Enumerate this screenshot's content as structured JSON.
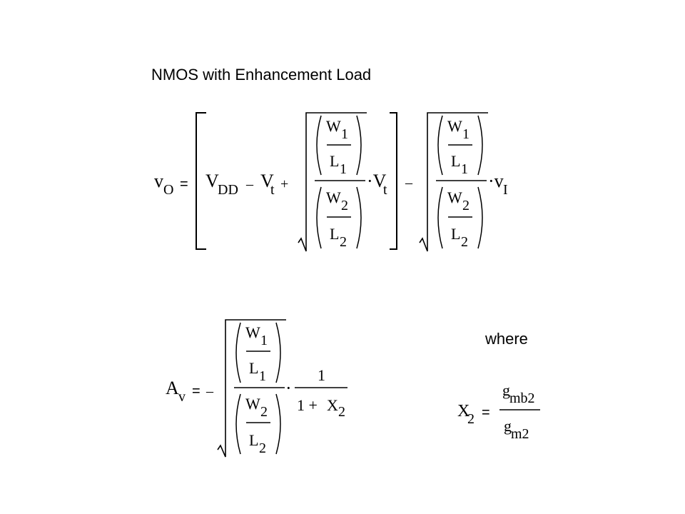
{
  "slide": {
    "title": "NMOS with Enhancement Load",
    "where_label": "where"
  },
  "eq1": {
    "lhs_symbol": "v",
    "lhs_sub": "O",
    "equals": "=",
    "vdd_symbol": "V",
    "vdd_sub": "DD",
    "minus1": "–",
    "vt_symbol": "V",
    "vt_sub": "t",
    "plus": "+",
    "w": "W",
    "l": "L",
    "sub1": "1",
    "sub2": "2",
    "dot_vt": "·V",
    "dot_vt_sub": "t",
    "minus2": "–",
    "dot_vi": "·v",
    "dot_vi_sub": "I"
  },
  "eq2": {
    "lhs_symbol": "A",
    "lhs_sub": "v",
    "equals": "=",
    "minus": "–",
    "w": "W",
    "l": "L",
    "sub1": "1",
    "sub2": "2",
    "dot": "·",
    "numerator": "1",
    "denom_one_plus": "1 +",
    "x_symbol": "X",
    "x_sub": "2"
  },
  "eq3": {
    "lhs_symbol": "X",
    "lhs_sub": "2",
    "equals": "=",
    "g_num": "g",
    "g_num_sub": "mb2",
    "g_den": "g",
    "g_den_sub": "m2"
  }
}
